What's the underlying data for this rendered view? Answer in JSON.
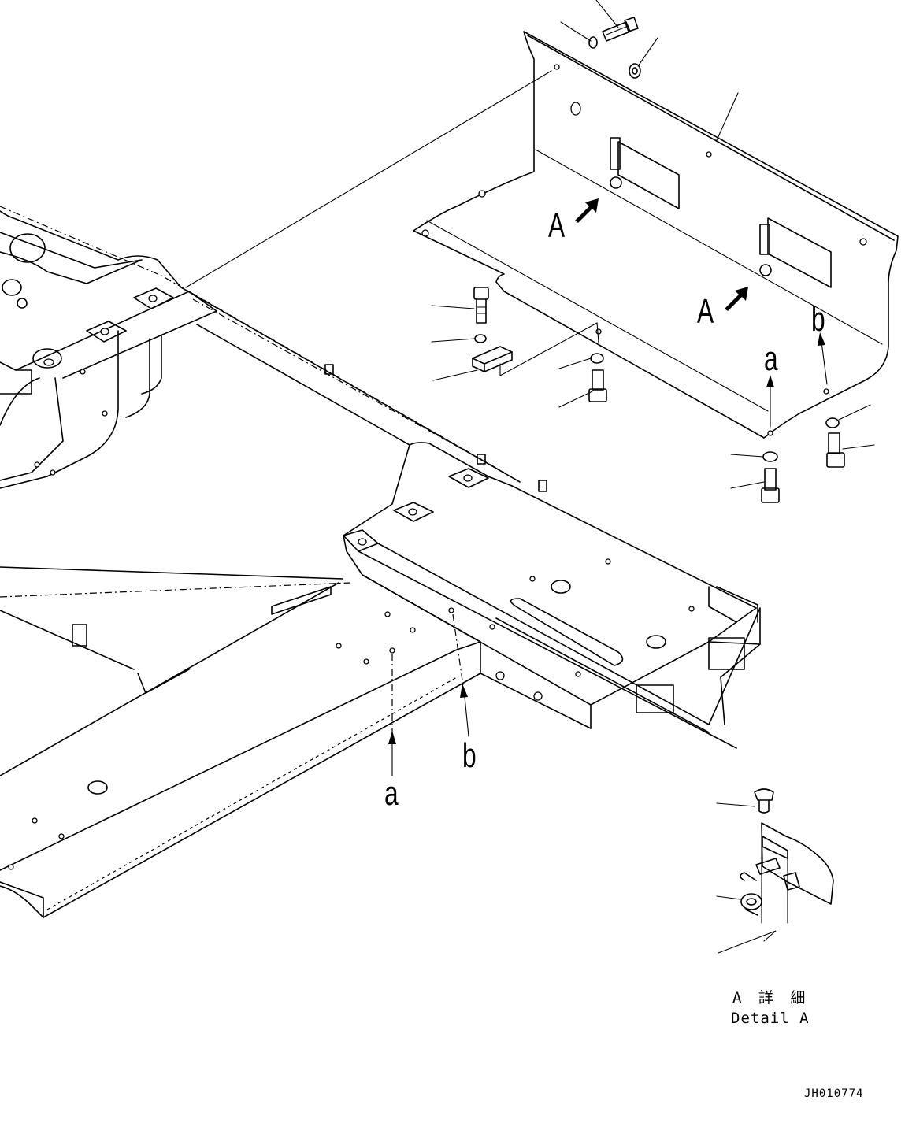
{
  "labels": {
    "view_a_left": "A",
    "view_a_right": "A",
    "arrow_a_upper": "a",
    "arrow_b_upper": "b",
    "arrow_a_lower": "a",
    "arrow_b_lower": "b"
  },
  "detail": {
    "title_jp": "A 詳 細",
    "title_en": "Detail A"
  },
  "drawing_code": "JH010774"
}
